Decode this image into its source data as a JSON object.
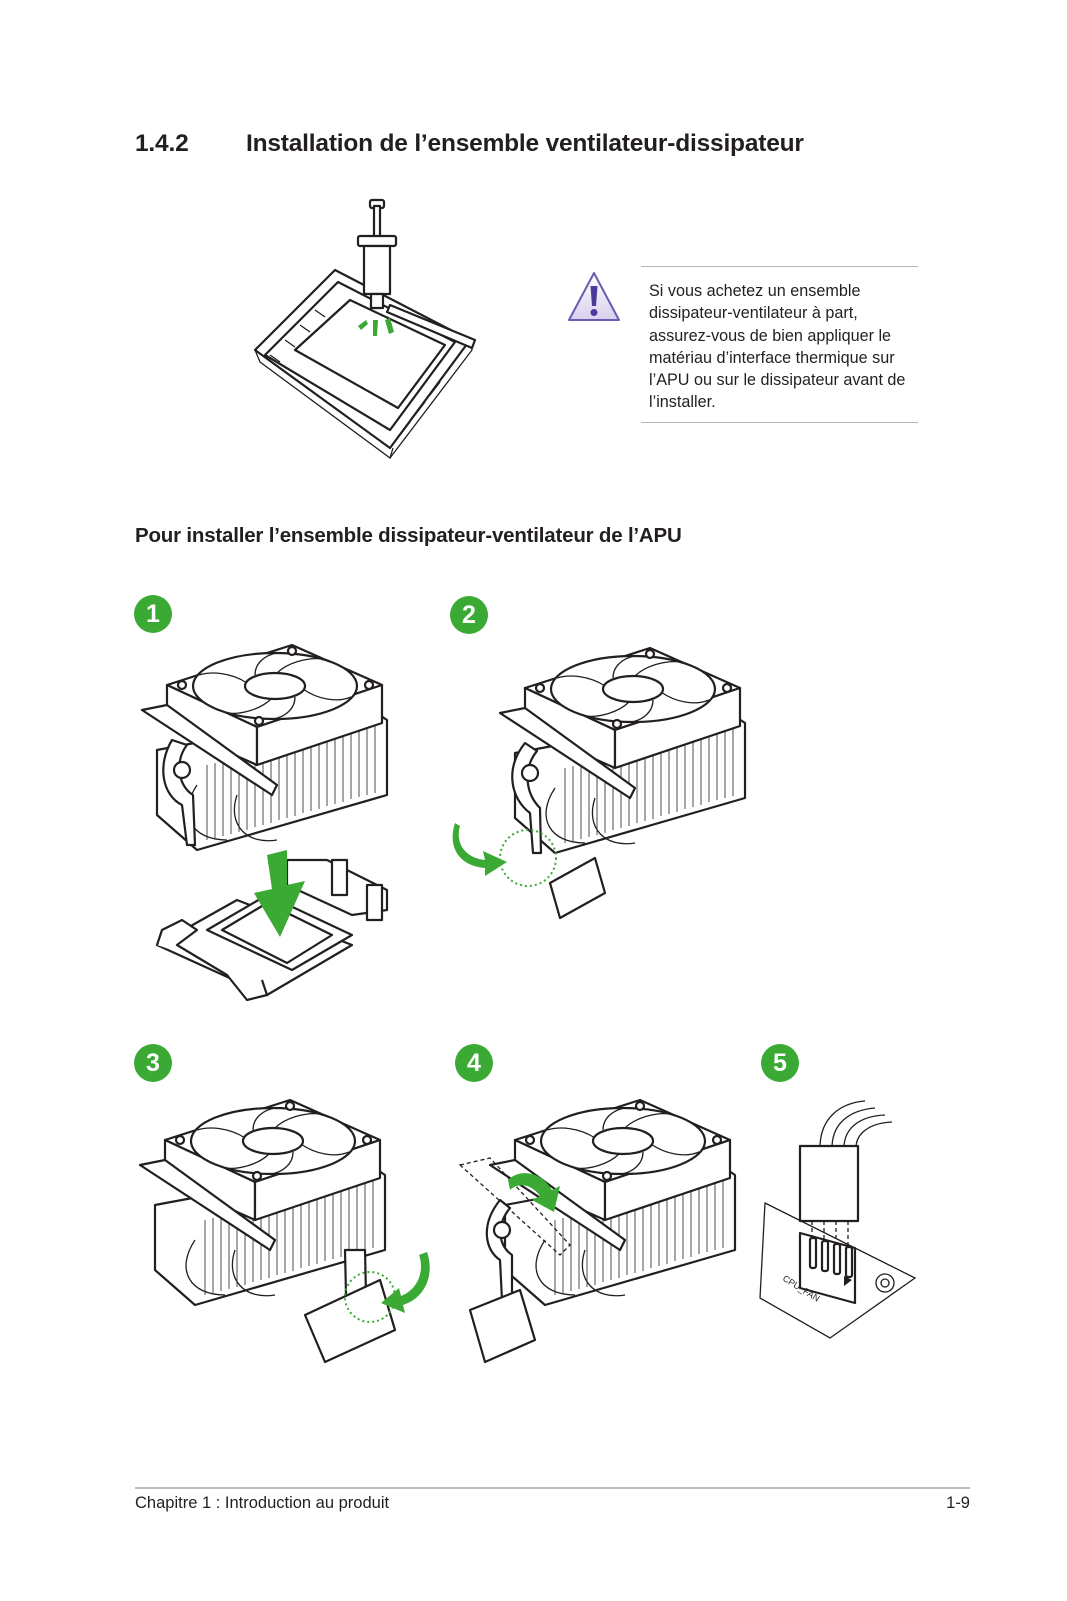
{
  "section": {
    "number": "1.4.2",
    "title": "Installation de l’ensemble ventilateur-dissipateur"
  },
  "note": {
    "icon": "warning-triangle-icon",
    "text": "Si vous achetez un ensemble dissipateur-ventilateur à part, assurez-vous de bien appliquer le matériau d’interface thermique sur l’APU ou sur le dissipateur avant de l’installer."
  },
  "subheading": "Pour installer l’ensemble dissipateur-ventilateur de l’APU",
  "steps": [
    {
      "label": "1"
    },
    {
      "label": "2"
    },
    {
      "label": "3"
    },
    {
      "label": "4"
    },
    {
      "label": "5"
    }
  ],
  "connector": {
    "label": "CPU_FAN"
  },
  "footer": {
    "chapter": "Chapitre 1 : Introduction au produit",
    "page": "1-9"
  },
  "colors": {
    "accent_green": "#3aaa35",
    "rule_gray": "#b7b7b7",
    "text": "#231f20"
  }
}
